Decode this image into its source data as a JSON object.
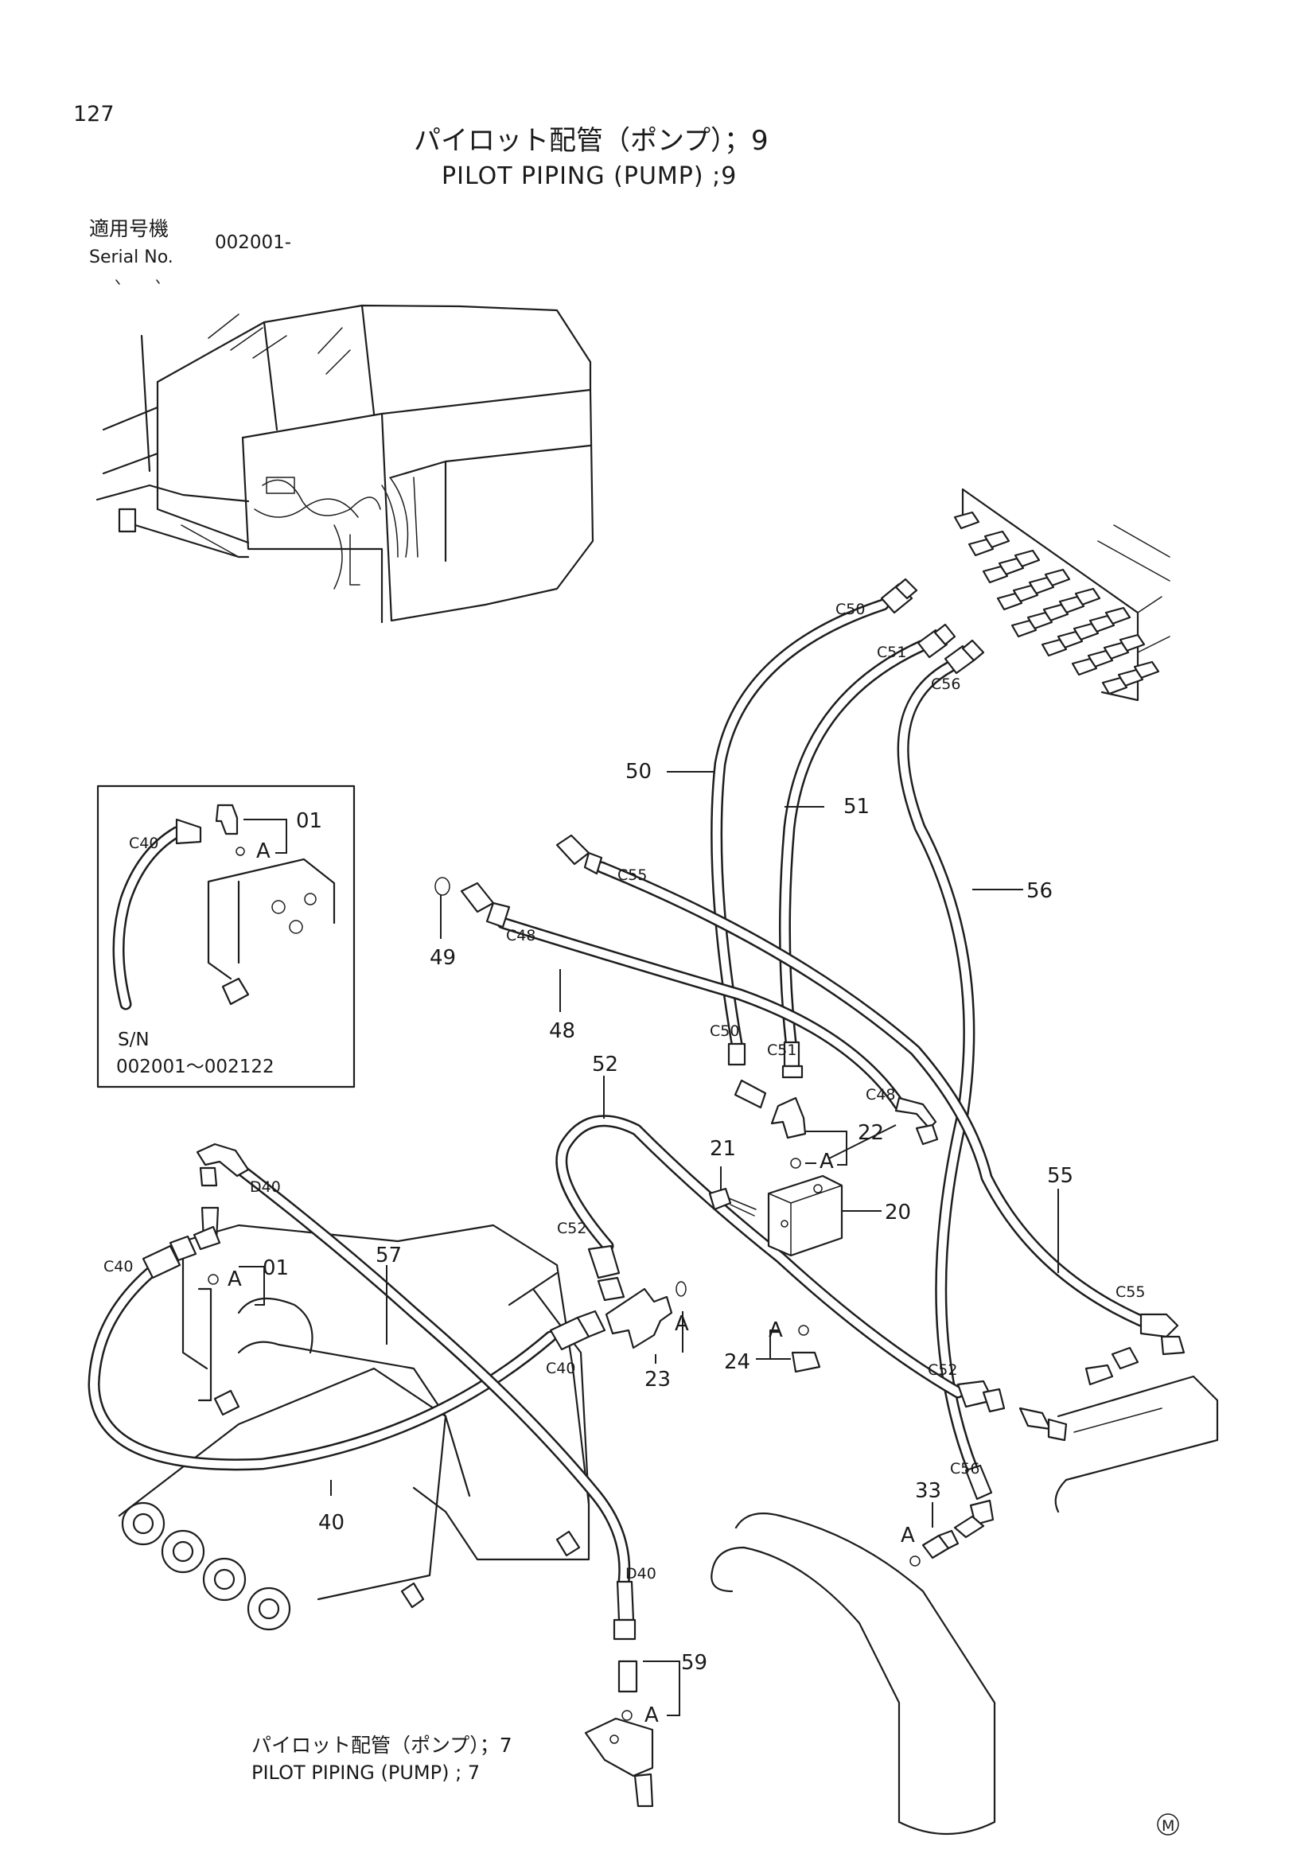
{
  "header": {
    "page_number": "127",
    "title_jp": "パイロット配管（ポンプ）；9",
    "title_en": "PILOT PIPING (PUMP) ;9",
    "serial_label_jp": "適用号機",
    "serial_label_en": "Serial No.",
    "serial_value": "002001-"
  },
  "inset": {
    "sn_label": "S/N",
    "sn_range": "002001～002122"
  },
  "callouts": {
    "c50_top": "C50",
    "c51_top": "C51",
    "c56_top": "C56",
    "p50": "50",
    "p51": "51",
    "p56": "56",
    "c55_top": "C55",
    "c48_top": "C48",
    "p49": "49",
    "p48": "48",
    "c50_mid": "C50",
    "c51_mid": "C51",
    "c48_mid": "C48",
    "p52": "52",
    "p22": "22",
    "a_22": "A",
    "p21": "21",
    "p20": "20",
    "p55": "55",
    "c52_left": "C52",
    "a_23": "A",
    "p23": "23",
    "a_24": "A",
    "p24": "24",
    "c55_right": "C55",
    "c52_right": "C52",
    "c56_low": "C56",
    "p33": "33",
    "a_33": "A",
    "d40_top": "D40",
    "c40_left": "C40",
    "p01_main": "01",
    "a_01_main": "A",
    "p57": "57",
    "c40_mid": "C40",
    "p40": "40",
    "d40_low": "D40",
    "p59": "59",
    "a_59": "A",
    "inset_c40": "C40",
    "inset_01": "01",
    "inset_a": "A"
  },
  "footer": {
    "ref_jp": "パイロット配管（ポンプ）；7",
    "ref_en": "PILOT PIPING (PUMP) ; 7",
    "mark": "M"
  }
}
